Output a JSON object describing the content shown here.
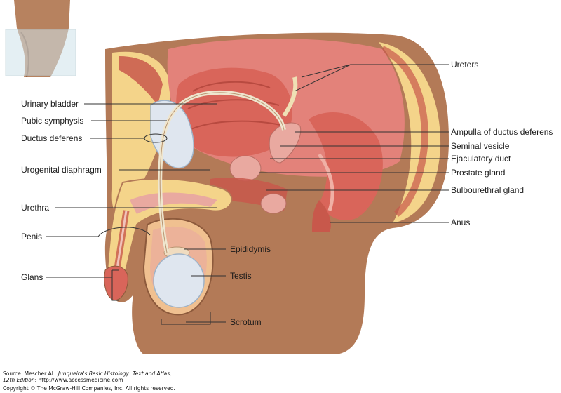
{
  "labels": {
    "ureters": "Ureters",
    "urinary_bladder": "Urinary bladder",
    "pubic_symphysis": "Pubic symphysis",
    "ductus_deferens": "Ductus deferens",
    "urogenital_diaphragm": "Urogenital diaphragm",
    "urethra": "Urethra",
    "penis": "Penis",
    "glans": "Glans",
    "ampulla": "Ampulla of ductus deferens",
    "seminal_vesicle": "Seminal vesicle",
    "ejaculatory_duct": "Ejaculatory duct",
    "prostate_gland": "Prostate gland",
    "bulbourethral_gland": "Bulbourethral gland",
    "anus": "Anus",
    "epididymis": "Epididymis",
    "testis": "Testis",
    "scrotum": "Scrotum"
  },
  "footer": {
    "source_prefix": "Source: Mescher AL: ",
    "source_title": "Junqueira's Basic Histology: Text and Atlas,",
    "source_edition": "12th Edition",
    "source_url": ": http://www.accessmedicine.com",
    "copyright": "Copyright © The McGraw-Hill Companies, Inc. All rights reserved."
  },
  "colors": {
    "skin": "#b37a57",
    "skin_dark": "#8d5a3c",
    "fat": "#f4d48a",
    "muscle": "#c8584b",
    "bladder": "#d9655a",
    "pink_tissue": "#e9a9a0",
    "bone": "#dfe6ef",
    "leader": "#333333"
  }
}
